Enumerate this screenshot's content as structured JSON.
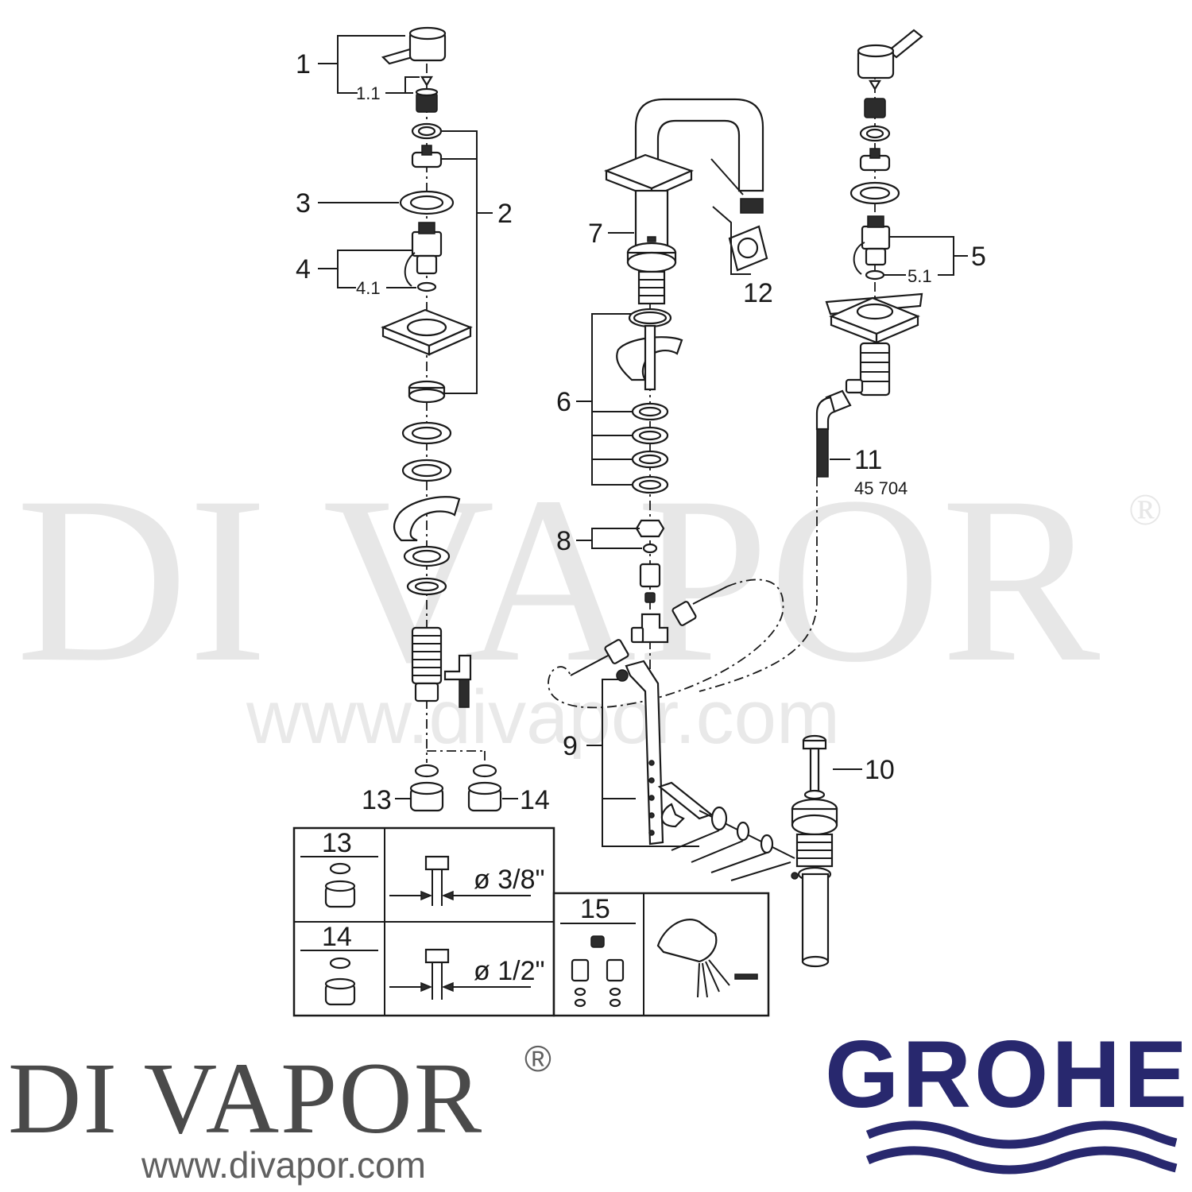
{
  "watermark": {
    "brand": "DI VAPOR",
    "registered": "®",
    "url": "www.divapor.com"
  },
  "callouts": {
    "c1": "1",
    "c1_1": "1.1",
    "c2": "2",
    "c3": "3",
    "c4": "4",
    "c4_1": "4.1",
    "c5": "5",
    "c5_1": "5.1",
    "c6": "6",
    "c7": "7",
    "c8": "8",
    "c9": "9",
    "c10": "10",
    "c11": "11",
    "c11_code": "45 704",
    "c12": "12",
    "c13": "13",
    "c14": "14"
  },
  "table": {
    "r13_label": "13",
    "r13_dia": "ø 3/8\"",
    "r14_label": "14",
    "r14_dia": "ø 1/2\"",
    "r15_label": "15"
  },
  "footer": {
    "brand": "DI VAPOR",
    "registered": "®",
    "url": "www.divapor.com",
    "grohe": "GROHE"
  },
  "colors": {
    "grohe_blue": "#28286e",
    "line": "#1a1a1a",
    "watermark": "#e7e7e7"
  }
}
